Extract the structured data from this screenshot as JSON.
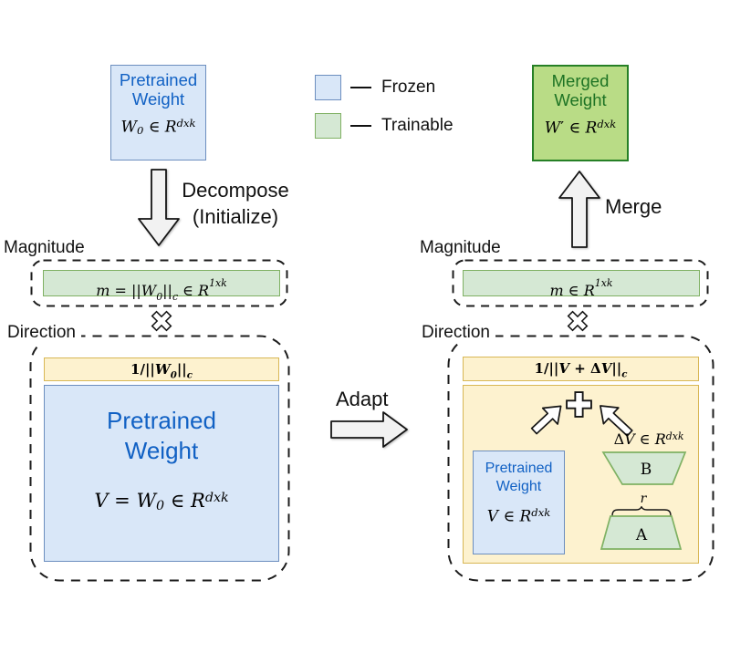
{
  "colors": {
    "blue_fill": "#d9e7f8",
    "blue_border": "#6c8ebf",
    "blue_text": "#1161c4",
    "green_fill": "#d5e8d4",
    "green_border": "#7fb163",
    "merged_fill": "#b9dc86",
    "merged_border": "#268026",
    "merged_text": "#1d7324",
    "yellow_fill": "#fdf2cf",
    "yellow_border": "#d8b755",
    "arrow_fill": "#f2f2f2",
    "dash_color": "#1c1c1c"
  },
  "top": {
    "pretrained_box": {
      "title_line1": "Pretrained",
      "title_line2": "Weight",
      "formula": [
        {
          "t": "var",
          "v": "W"
        },
        {
          "t": "sub",
          "v": "0"
        },
        {
          "t": "txt",
          "v": " ∈ "
        },
        {
          "t": "var",
          "v": "R"
        },
        {
          "t": "sup",
          "v": "dxk"
        }
      ]
    },
    "legend": {
      "frozen": "Frozen",
      "trainable": "Trainable"
    },
    "merged_box": {
      "title_line1": "Merged",
      "title_line2": "Weight",
      "formula": [
        {
          "t": "var",
          "v": "W"
        },
        {
          "t": "txt",
          "v": "′"
        },
        {
          "t": "txt",
          "v": " ∈ "
        },
        {
          "t": "var",
          "v": "R"
        },
        {
          "t": "sup",
          "v": "dxk"
        }
      ]
    },
    "decompose_label_line1": "Decompose",
    "decompose_label_line2": "(Initialize)",
    "merge_label": "Merge",
    "adapt_label": "Adapt"
  },
  "left": {
    "magnitude_label": "Magnitude",
    "magnitude_formula": [
      {
        "t": "var",
        "v": "m"
      },
      {
        "t": "txt",
        "v": " = ||"
      },
      {
        "t": "var",
        "v": "W"
      },
      {
        "t": "sub",
        "v": "0"
      },
      {
        "t": "txt",
        "v": "||"
      },
      {
        "t": "sub",
        "v": "c"
      },
      {
        "t": "txt",
        "v": " ∈ "
      },
      {
        "t": "var",
        "v": "R"
      },
      {
        "t": "sup",
        "v": "1xk"
      }
    ],
    "direction_label": "Direction",
    "scale_formula": [
      {
        "t": "txt",
        "v": "1/||"
      },
      {
        "t": "var",
        "v": "W"
      },
      {
        "t": "sub",
        "v": "0"
      },
      {
        "t": "txt",
        "v": "||"
      },
      {
        "t": "sub",
        "v": "c"
      }
    ],
    "pretrained_title_line1": "Pretrained",
    "pretrained_title_line2": "Weight",
    "pretrained_formula": [
      {
        "t": "var",
        "v": "V"
      },
      {
        "t": "txt",
        "v": " = "
      },
      {
        "t": "var",
        "v": "W"
      },
      {
        "t": "sub",
        "v": "0"
      },
      {
        "t": "txt",
        "v": " ∈ "
      },
      {
        "t": "var",
        "v": "R"
      },
      {
        "t": "sup",
        "v": "dxk"
      }
    ]
  },
  "right": {
    "magnitude_label": "Magnitude",
    "magnitude_formula": [
      {
        "t": "var",
        "v": "m"
      },
      {
        "t": "txt",
        "v": " ∈ "
      },
      {
        "t": "var",
        "v": "R"
      },
      {
        "t": "sup",
        "v": "1xk"
      }
    ],
    "direction_label": "Direction",
    "scale_formula": [
      {
        "t": "txt",
        "v": "1/||"
      },
      {
        "t": "var",
        "v": "V"
      },
      {
        "t": "txt",
        "v": " + Δ"
      },
      {
        "t": "var",
        "v": "V"
      },
      {
        "t": "txt",
        "v": "||"
      },
      {
        "t": "sub",
        "v": "c"
      }
    ],
    "pretrained_title_line1": "Pretrained",
    "pretrained_title_line2": "Weight",
    "pretrained_formula": [
      {
        "t": "var",
        "v": "V"
      },
      {
        "t": "txt",
        "v": " ∈ "
      },
      {
        "t": "var",
        "v": "R"
      },
      {
        "t": "sup",
        "v": "dxk"
      }
    ],
    "delta_v_formula": [
      {
        "t": "txt",
        "v": "Δ"
      },
      {
        "t": "var",
        "v": "V"
      },
      {
        "t": "txt",
        "v": " ∈ "
      },
      {
        "t": "var",
        "v": "R"
      },
      {
        "t": "sup",
        "v": "dxk"
      }
    ],
    "lora_b_label": "B",
    "lora_a_label": "A",
    "rank_label": "r"
  }
}
